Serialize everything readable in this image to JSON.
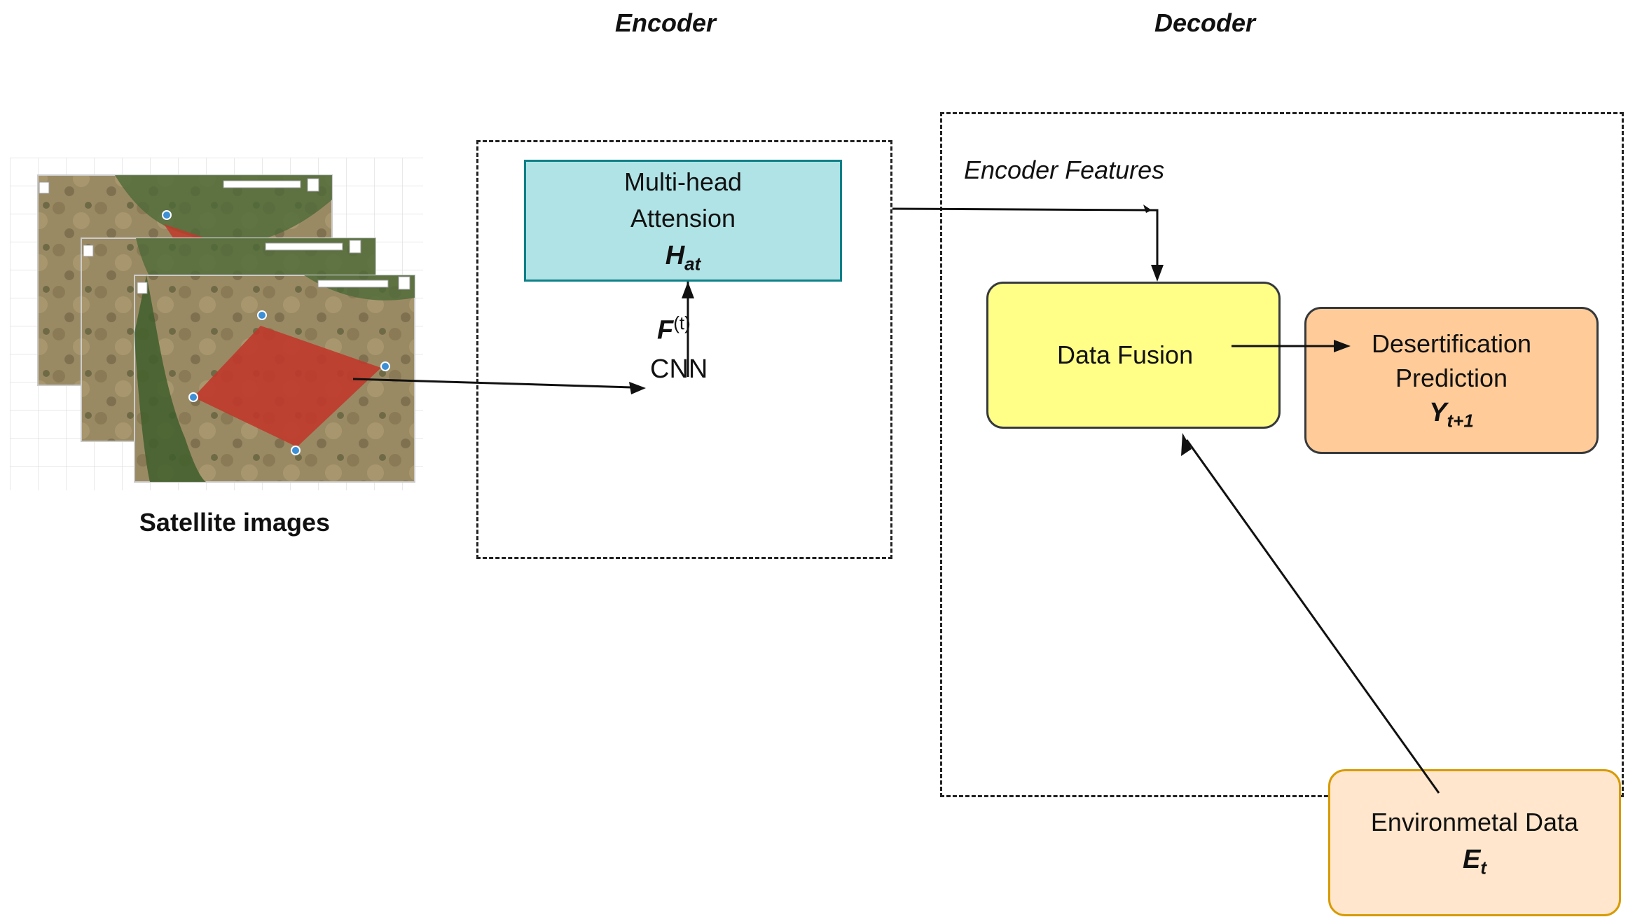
{
  "encoder": {
    "title": "Encoder"
  },
  "decoder": {
    "title": "Decoder"
  },
  "satellite": {
    "caption": "Satellite images"
  },
  "attention": {
    "line1": "Multi-head",
    "line2": "Attension",
    "symbol": "H",
    "symbol_sub": "at"
  },
  "cnn": {
    "feature_symbol": "F",
    "feature_sup": "(t)",
    "label": "CNN"
  },
  "encoder_features": {
    "label": "Encoder Features"
  },
  "fusion": {
    "label": "Data Fusion"
  },
  "prediction": {
    "line1": "Desertification",
    "line2": "Prediction",
    "symbol": "Y",
    "symbol_sub": "t+1"
  },
  "environment": {
    "line1": "Environmetal Data",
    "symbol": "E",
    "symbol_sub": "t"
  },
  "colors": {
    "attention_fill": "#b0e3e6",
    "attention_border": "#0e8088",
    "fusion_fill": "#ffff88",
    "fusion_border": "#36393d",
    "prediction_fill": "#ffcc99",
    "prediction_border": "#36393d",
    "environment_fill": "#ffe6cc",
    "environment_border": "#d79b00",
    "mask_color": "#c0392b"
  }
}
